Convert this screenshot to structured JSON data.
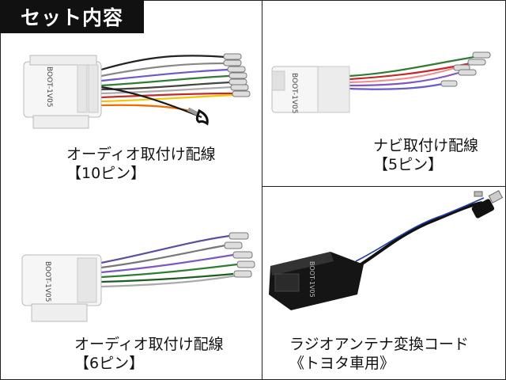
{
  "header": {
    "title": "セット内容"
  },
  "items": [
    {
      "name_line1": "オーディオ取付け配線",
      "name_line2": "【10ピン】",
      "part_code": "BOOT-1V05"
    },
    {
      "name_line1": "ナビ取付け配線",
      "name_line2": "【5ピン】",
      "part_code": "BOOT-1V05"
    },
    {
      "name_line1": "オーディオ取付け配線",
      "name_line2": "【6ピン】",
      "part_code": "BOOT-1V05"
    },
    {
      "name_line1": "ラジオアンテナ変換コード",
      "name_line2": "《トヨタ車用》",
      "part_code": "BOOT-1V05"
    }
  ]
}
